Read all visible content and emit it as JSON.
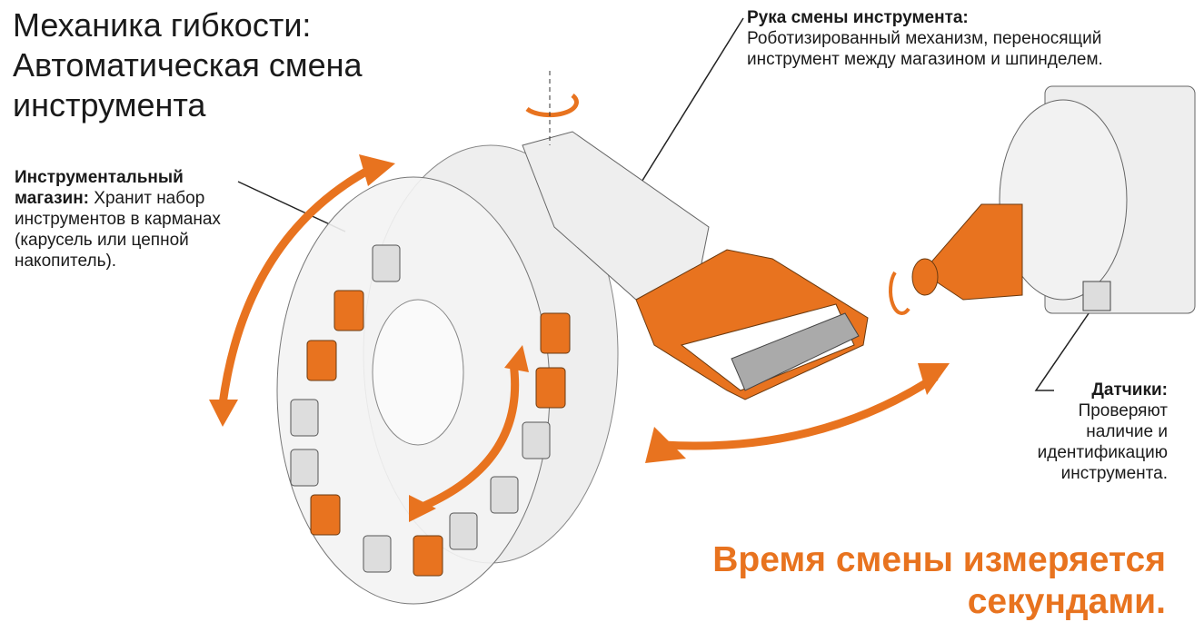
{
  "title": "Механика гибкости: Автоматическая смена инструмента",
  "magazine": {
    "heading": "Инструментальный магазин:",
    "text": "Хранит набор инструментов в карманах (карусель или цепной накопитель)."
  },
  "arm": {
    "heading": "Рука смены инструмента:",
    "text": "Роботизированный механизм, переносящий инструмент между магазином и шпинделем."
  },
  "sensors": {
    "heading": "Датчики:",
    "text": "Проверяют наличие и идентификацию инструмента."
  },
  "footer": "Время смены измеряется секундами.",
  "colors": {
    "accent": "#e8731f",
    "line": "#555555",
    "body": "#e6e6e6"
  }
}
